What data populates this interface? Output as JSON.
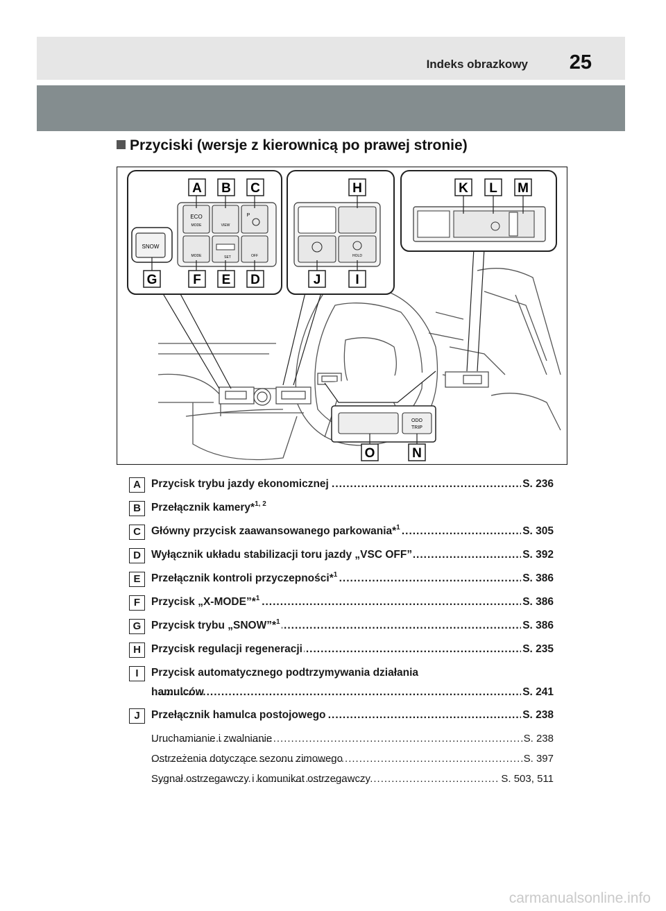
{
  "header": {
    "section_title": "Indeks obrazkowy",
    "page_number": "25"
  },
  "heading": "Przyciski (wersje z kierownicą po prawej stronie)",
  "figure": {
    "callout_letters": [
      "A",
      "B",
      "C",
      "D",
      "E",
      "F",
      "G",
      "H",
      "I",
      "J",
      "K",
      "L",
      "M",
      "N",
      "O"
    ],
    "button_labels": {
      "eco": "ECO",
      "eco_mode": "MODE",
      "view": "VIEW",
      "park": "P",
      "xmode": "MODE",
      "set": "SET",
      "vsc_off": "OFF",
      "snow": "SNOW",
      "hold": "HOLD",
      "odo": "ODO",
      "trip": "TRIP"
    }
  },
  "index": [
    {
      "letter": "A",
      "label": "Przycisk trybu jazdy ekonomicznej",
      "ref": "S. 236"
    },
    {
      "letter": "B",
      "label": "Przełącznik kamery*",
      "sup": "1, 2",
      "ref": ""
    },
    {
      "letter": "C",
      "label": "Główny przycisk zaawansowanego parkowania*",
      "sup": "1",
      "ref": "S. 305"
    },
    {
      "letter": "D",
      "label": "Wyłącznik układu stabilizacji toru jazdy „VSC OFF”",
      "ref": "S. 392"
    },
    {
      "letter": "E",
      "label": "Przełącznik kontroli przyczepności*",
      "sup": "1",
      "ref": "S. 386"
    },
    {
      "letter": "F",
      "label": "Przycisk „X-MODE”*",
      "sup": "1",
      "ref": "S. 386"
    },
    {
      "letter": "G",
      "label": "Przycisk trybu „SNOW”*",
      "sup": "1",
      "ref": "S. 386"
    },
    {
      "letter": "H",
      "label": "Przycisk regulacji regeneracji",
      "ref": "S. 235"
    },
    {
      "letter": "I",
      "label": "Przycisk automatycznego podtrzymywania działania",
      "label2": "hamulców",
      "ref": "S. 241"
    },
    {
      "letter": "J",
      "label": "Przełącznik hamulca postojowego",
      "ref": "S. 238"
    }
  ],
  "sub_entries": [
    {
      "label": "Uruchamianie i zwalnianie",
      "ref": "S. 238"
    },
    {
      "label": "Ostrzeżenia dotyczące sezonu zimowego",
      "ref": "S. 397"
    },
    {
      "label": "Sygnał ostrzegawczy i komunikat ostrzegawczy",
      "ref": "S. 503, 511"
    }
  ],
  "watermark": "carmanualsonline.info"
}
